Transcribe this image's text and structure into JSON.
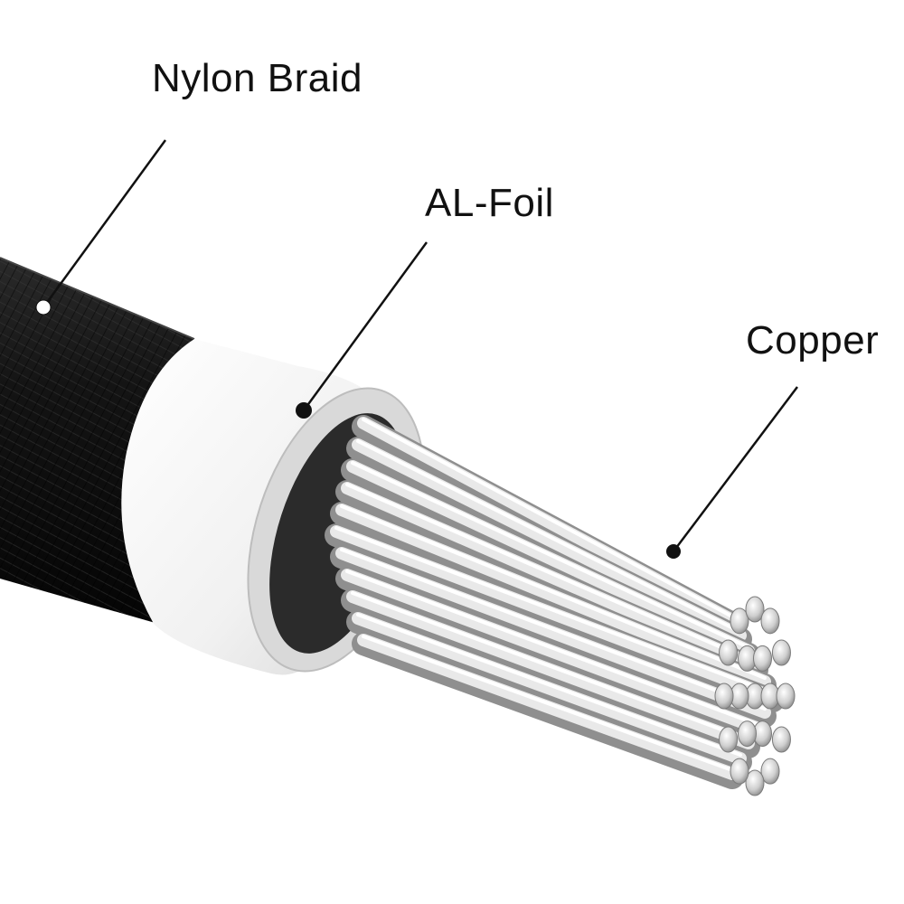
{
  "labels": {
    "nylon_braid": "Nylon Braid",
    "al_foil": "AL-Foil",
    "copper": "Copper"
  },
  "colors": {
    "background": "#ffffff",
    "braid": "#1a1a1a",
    "foil": "#f2f2f2",
    "copper_strand": "#c9c9c9",
    "leader_line": "#111111"
  },
  "components": [
    "nylon-braid",
    "al-foil",
    "copper-core"
  ]
}
